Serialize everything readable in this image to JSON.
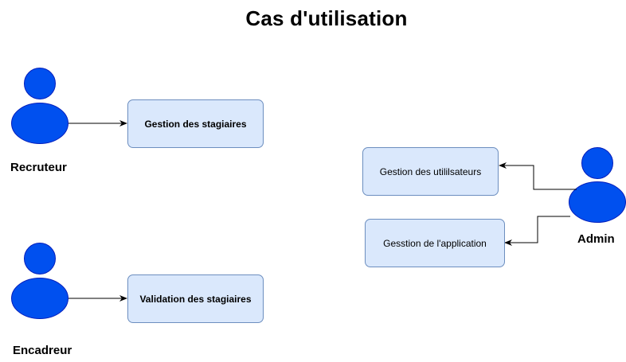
{
  "diagram": {
    "title": "Cas d'utilisation",
    "actors": [
      {
        "id": "recruteur",
        "label": "Recruteur"
      },
      {
        "id": "encadreur",
        "label": "Encadreur"
      },
      {
        "id": "admin",
        "label": "Admin"
      }
    ],
    "use_cases": [
      {
        "id": "gestion-stagiaires",
        "label": "Gestion des stagiaires"
      },
      {
        "id": "validation-stagiaires",
        "label": "Validation des stagiaires"
      },
      {
        "id": "gestion-utilisateurs",
        "label": "Gestion des utililsateurs"
      },
      {
        "id": "gestion-application",
        "label": "Gesstion de l'application"
      }
    ],
    "colors": {
      "actor_fill": "#0050ef",
      "actor_stroke": "#001dbc",
      "usecase_fill": "#dae8fc",
      "usecase_stroke": "#6c8ebf",
      "connector": "#000000"
    }
  }
}
